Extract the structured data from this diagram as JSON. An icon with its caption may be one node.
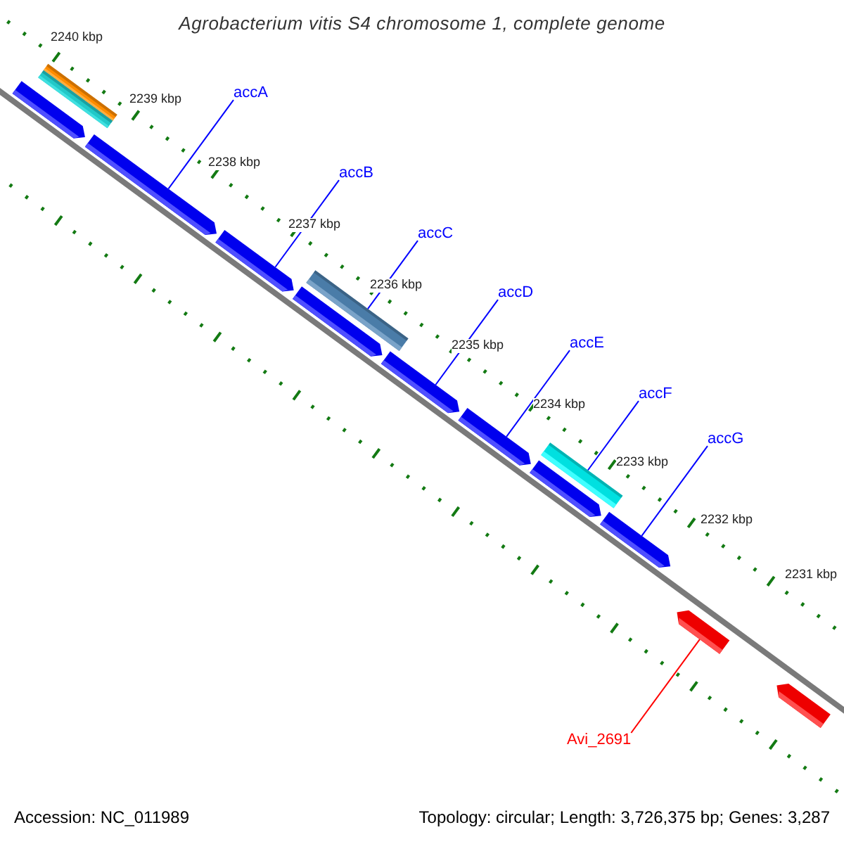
{
  "diagram": {
    "title": "Agrobacterium vitis S4 chromosome 1, complete genome",
    "nodes": [
      {
        "text": [
          "accA"
        ]
      },
      {
        "text": [
          "accB"
        ]
      },
      {
        "text": [
          "accC"
        ]
      },
      {
        "text": [
          "accD"
        ]
      },
      {
        "text": [
          "accE"
        ]
      },
      {
        "text": [
          "accF"
        ]
      },
      {
        "text": [
          "accG"
        ]
      },
      {
        "text": [
          "Avi_2691"
        ]
      },
      {
        "text": [],
        "shape": "pentagon"
      },
      {
        "text": [],
        "shape": "bar"
      },
      {
        "text": [],
        "shape": "bar"
      },
      {
        "text": [],
        "shape": "pentagon"
      },
      {
        "text": [],
        "shape": "pentagon"
      },
      {
        "text": [],
        "shape": "pentagon"
      },
      {
        "text": [],
        "shape": "bar"
      },
      {
        "text": [],
        "shape": "pentagon"
      },
      {
        "text": [],
        "shape": "pentagon"
      },
      {
        "text": [],
        "shape": "bar"
      },
      {
        "text": [],
        "shape": "pentagon"
      },
      {
        "text": [],
        "shape": "pentagon"
      },
      {
        "text": [],
        "shape": "pentagon"
      },
      {
        "text": [],
        "shape": "pentagon"
      }
    ],
    "edges": [
      {
        "from": 0,
        "to": 11,
        "arrow": "none",
        "color": "#0000ff"
      },
      {
        "from": 1,
        "to": 12,
        "arrow": "none",
        "color": "#0000ff"
      },
      {
        "from": 2,
        "to": 14,
        "arrow": "none",
        "color": "#0000ff"
      },
      {
        "from": 3,
        "to": 15,
        "arrow": "none",
        "color": "#0000ff"
      },
      {
        "from": 4,
        "to": 16,
        "arrow": "none",
        "color": "#0000ff"
      },
      {
        "from": 5,
        "to": 17,
        "arrow": "none",
        "color": "#0000ff"
      },
      {
        "from": 6,
        "to": 19,
        "arrow": "none",
        "color": "#0000ff"
      },
      {
        "from": 7,
        "to": 20,
        "arrow": "none",
        "color": "#ff0000"
      }
    ],
    "labels": [
      "2240 kbp",
      "2239 kbp",
      "2238 kbp",
      "2237 kbp",
      "2236 kbp",
      "2235 kbp",
      "2234 kbp",
      "2233 kbp",
      "2232 kbp",
      "2231 kbp",
      "Accession: NC_011989",
      "Topology: circular; Length: 3,726,375 bp; Genes: 3,287"
    ]
  }
}
